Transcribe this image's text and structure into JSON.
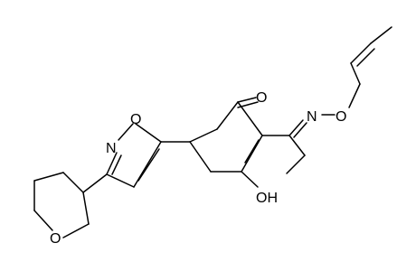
{
  "molecule": {
    "atoms": {
      "ketone_O": "O",
      "oxime_N": "N",
      "oxime_O": "O",
      "enol_OH": "OH",
      "isoxazole_O": "O",
      "isoxazole_N": "N",
      "pyran_O": "O"
    }
  },
  "colors": {
    "bond": "#000000",
    "label": "#000000",
    "background": "#ffffff"
  }
}
